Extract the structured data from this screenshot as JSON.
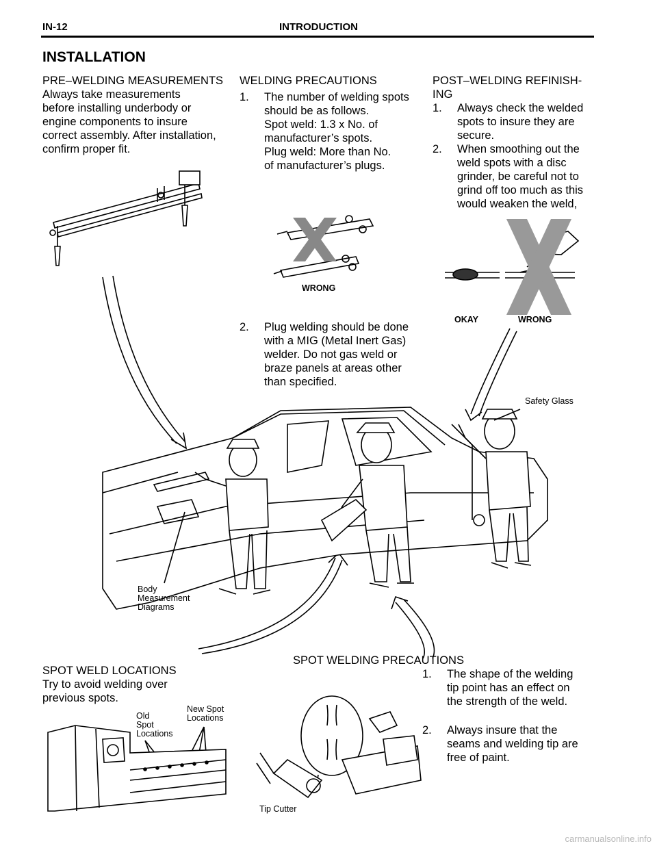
{
  "header": {
    "page_number": "IN-12",
    "title": "INTRODUCTION"
  },
  "section_title": "INSTALLATION",
  "pre_welding": {
    "heading": "PRE–WELDING MEASUREMENTS",
    "lines": [
      "Always take measurements",
      "before installing underbody or",
      "engine components to insure",
      "correct assembly. After installation,",
      "confirm proper fit."
    ]
  },
  "welding_precautions": {
    "heading": "WELDING PRECAUTIONS",
    "item1_num": "1.",
    "item1_lines": [
      "The number of welding spots",
      "should be as follows.",
      "Spot weld: 1.3 x No. of",
      "manufacturer’s spots.",
      "Plug weld: More than No.",
      "of manufacturer’s plugs."
    ],
    "item2_num": "2.",
    "item2_lines": [
      "Plug welding should be done",
      "with a MIG (Metal Inert Gas)",
      "welder. Do not gas weld or",
      "braze panels at areas other",
      "than specified."
    ]
  },
  "post_welding": {
    "heading_lines": [
      "POST–WELDING REFINISH-",
      "ING"
    ],
    "item1_num": "1.",
    "item1_lines": [
      "Always check the welded",
      "spots to insure they are",
      "secure."
    ],
    "item2_num": "2.",
    "item2_lines": [
      "When smoothing out the",
      "weld spots with a disc",
      "grinder, be careful not to",
      "grind off too much as this",
      "would weaken the weld,"
    ]
  },
  "labels": {
    "wrong_torch": "WRONG",
    "okay": "OKAY",
    "wrong_grind": "WRONG",
    "safety_glass": "Safety Glass",
    "body_measurement": [
      "Body",
      "Measurement",
      "Diagrams"
    ],
    "old_spot": [
      "Old",
      "Spot",
      "Locations"
    ],
    "new_spot": [
      "New Spot",
      "Locations"
    ],
    "tip_cutter": "Tip Cutter"
  },
  "spot_weld_locations": {
    "heading": "SPOT WELD LOCATIONS",
    "lines": [
      "Try to avoid welding over",
      "previous spots."
    ]
  },
  "spot_welding_precautions": {
    "heading": "SPOT WELDING PRECAUTIONS",
    "item1_num": "1.",
    "item1_lines": [
      "The shape of the welding",
      "tip point has an effect on",
      "the strength of the weld."
    ],
    "item2_num": "2.",
    "item2_lines": [
      "Always insure that the",
      "seams and welding tip are",
      "free of paint."
    ]
  },
  "watermark": "carmanualsonline.info"
}
